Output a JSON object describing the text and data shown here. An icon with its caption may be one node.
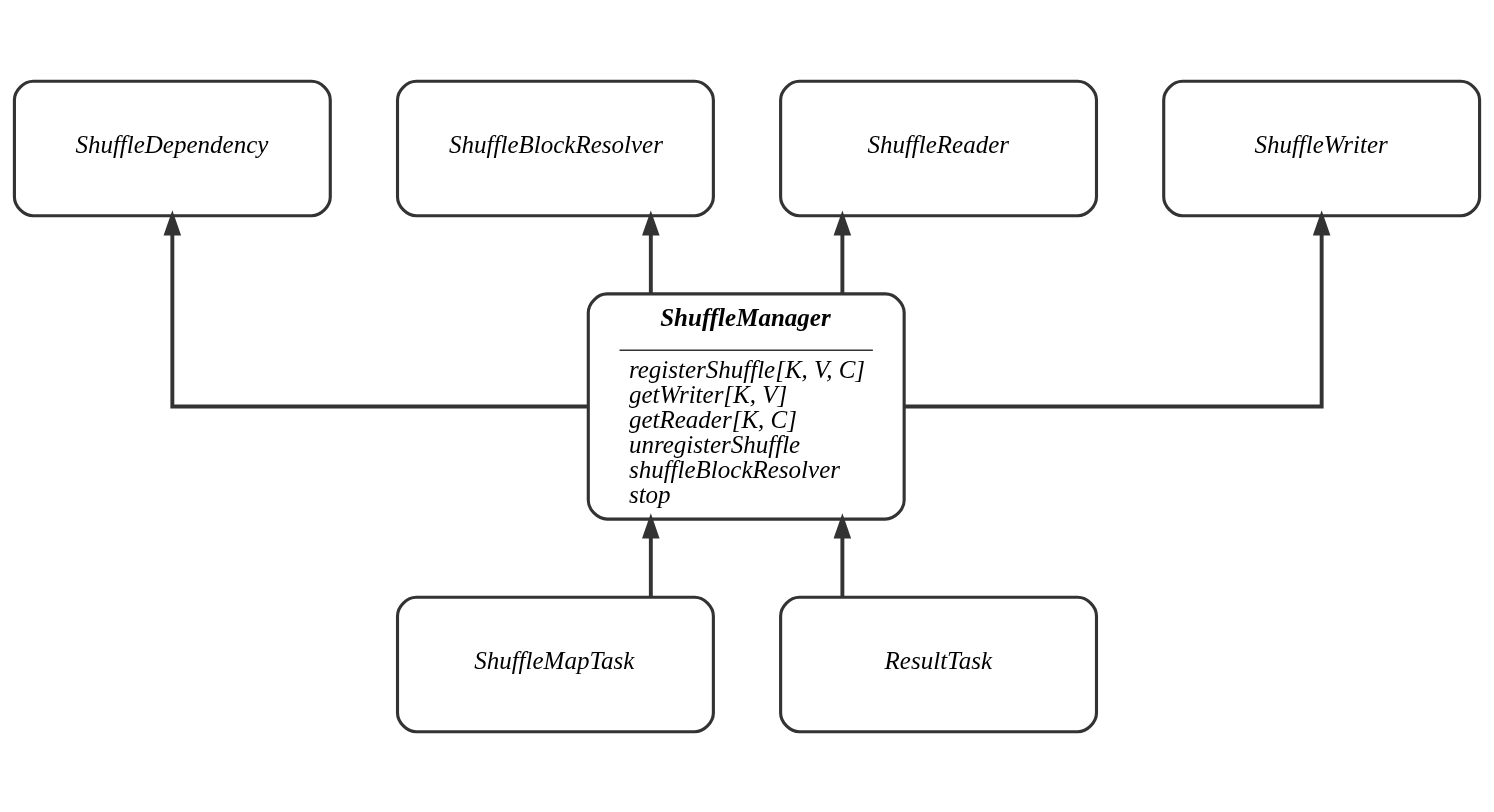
{
  "diagram": {
    "nodes": [
      {
        "text": [
          "ShuffleDependency"
        ]
      },
      {
        "text": [
          "ShuffleBlockResolver"
        ]
      },
      {
        "text": [
          "ShuffleReader"
        ]
      },
      {
        "text": [
          "ShuffleWriter"
        ]
      },
      {
        "text": [
          "ShuffleManager",
          "registerShuffle[K, V, C]",
          "getWriter[K, V]",
          "getReader[K, C]",
          "unregisterShuffle",
          "shuffleBlockResolver",
          "stop"
        ]
      },
      {
        "text": [
          "ShuffleMapTask"
        ]
      },
      {
        "text": [
          "ResultTask"
        ]
      }
    ],
    "edges": [
      {
        "from": 4,
        "to": 0,
        "arrow": "to"
      },
      {
        "from": 4,
        "to": 1,
        "arrow": "to"
      },
      {
        "from": 4,
        "to": 2,
        "arrow": "to"
      },
      {
        "from": 4,
        "to": 3,
        "arrow": "to"
      },
      {
        "from": 5,
        "to": 4,
        "arrow": "to"
      },
      {
        "from": 6,
        "to": 4,
        "arrow": "to"
      }
    ]
  }
}
